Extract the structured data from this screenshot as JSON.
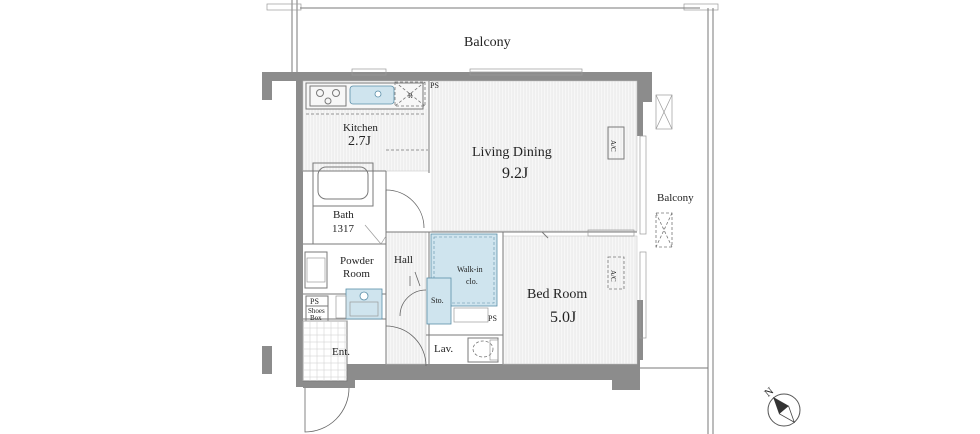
{
  "labels": {
    "balcony_top": "Balcony",
    "balcony_right": "Balcony",
    "living_dining": "Living Dining",
    "living_dining_size": "9.2J",
    "kitchen": "Kitchen",
    "kitchen_size": "2.7J",
    "bath": "Bath",
    "bath_size": "1317",
    "powder_room_1": "Powder",
    "powder_room_2": "Room",
    "hall": "Hall",
    "walk_in_1": "Walk-in",
    "walk_in_2": "clo.",
    "storage": "Sto.",
    "bed_room": "Bed Room",
    "bed_room_size": "5.0J",
    "lavatory": "Lav.",
    "entrance": "Ent.",
    "ps_top": "PS",
    "ps_left": "PS",
    "ps_bed": "PS",
    "shoes_box_1": "Shoes",
    "shoes_box_2": "Box",
    "fridge": "R",
    "ac_living": "A/C",
    "ac_bed": "A/C",
    "compass": "N"
  },
  "colors": {
    "wall": "#8c8c8c",
    "line": "#7a7a7a",
    "fixture_fill": "#cfe4ee",
    "fixture_stroke": "#5a8ea8"
  }
}
